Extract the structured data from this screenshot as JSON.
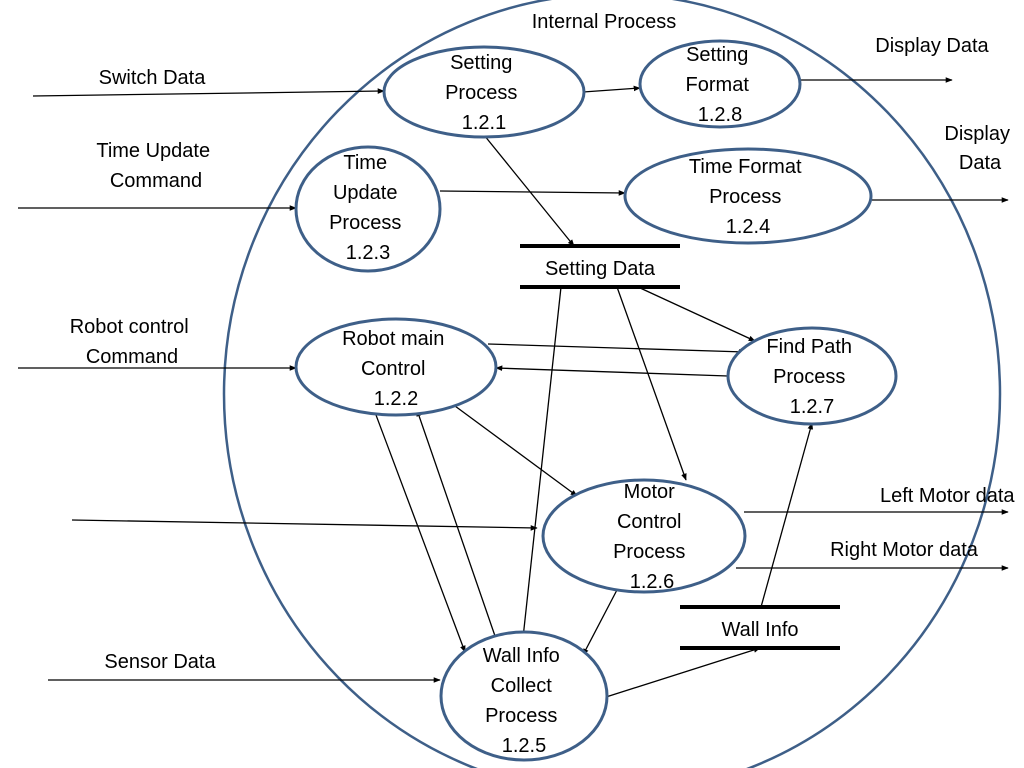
{
  "boundary": {
    "title": "Internal Process"
  },
  "processes": {
    "setting_process": {
      "lines": [
        "Setting",
        "Process",
        "1.2.1"
      ]
    },
    "setting_format": {
      "lines": [
        "Setting",
        "Format",
        "1.2.8"
      ]
    },
    "time_update": {
      "lines": [
        "Time",
        "Update",
        "Process",
        "1.2.3"
      ]
    },
    "time_format": {
      "lines": [
        "Time Format",
        "Process",
        "1.2.4"
      ]
    },
    "robot_main": {
      "lines": [
        "Robot main",
        "Control",
        "1.2.2"
      ]
    },
    "find_path": {
      "lines": [
        "Find Path",
        "Process",
        "1.2.7"
      ]
    },
    "motor_control": {
      "lines": [
        "Motor",
        "Control",
        "Process",
        "1.2.6"
      ]
    },
    "wall_collect": {
      "lines": [
        "Wall Info",
        "Collect",
        "Process",
        "1.2.5"
      ]
    }
  },
  "stores": {
    "setting_data": "Setting Data",
    "wall_info": "Wall Info"
  },
  "external_flows": {
    "switch_data": "Switch Data",
    "display_data_1": "Display Data",
    "display_data_2": [
      "Display",
      "Data"
    ],
    "time_update_command": [
      "Time  Update",
      "Command"
    ],
    "robot_control_command": [
      "Robot   control",
      "Command"
    ],
    "left_motor_data": "Left Motor data",
    "right_motor_data": "Right Motor data",
    "sensor_data": "Sensor Data"
  }
}
